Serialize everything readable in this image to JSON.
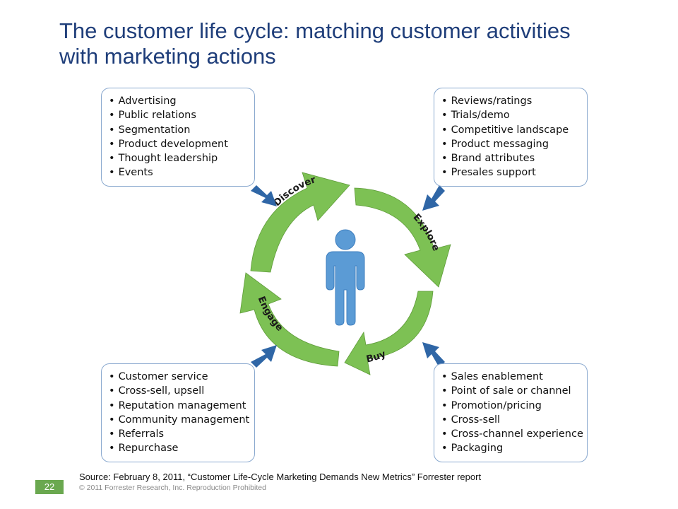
{
  "title": {
    "line1": "The customer life cycle: matching customer activities",
    "line2": "with marketing actions"
  },
  "stages": {
    "discover": "Discover",
    "explore": "Explore",
    "buy": "Buy",
    "engage": "Engage"
  },
  "boxes": {
    "discover_actions": [
      "Advertising",
      "Public relations",
      "Segmentation",
      "Product development",
      "Thought leadership",
      "Events"
    ],
    "explore_actions": [
      "Reviews/ratings",
      "Trials/demo",
      "Competitive landscape",
      "Product messaging",
      "Brand attributes",
      "Presales support"
    ],
    "engage_actions": [
      "Customer service",
      "Cross-sell, upsell",
      "Reputation management",
      "Community management",
      "Referrals",
      "Repurchase"
    ],
    "buy_actions": [
      "Sales enablement",
      "Point of sale or channel",
      "Promotion/pricing",
      "Cross-sell",
      "Cross-channel experience",
      "Packaging"
    ]
  },
  "footer": {
    "source": "Source: February 8, 2011, “Customer Life-Cycle Marketing Demands New Metrics” Forrester report",
    "page_number": "22",
    "copyright": "© 2011 Forrester Research, Inc. Reproduction Prohibited"
  },
  "colors": {
    "title": "#1f3e7a",
    "arrow_green": "#7dc154",
    "pointer_blue": "#2f66a6",
    "person_blue": "#5b9bd5",
    "box_border": "#8aa9cf",
    "page_badge": "#6aa84f"
  },
  "icons": {
    "center": "person-icon",
    "pointers": "arrow-pointer-icon"
  }
}
